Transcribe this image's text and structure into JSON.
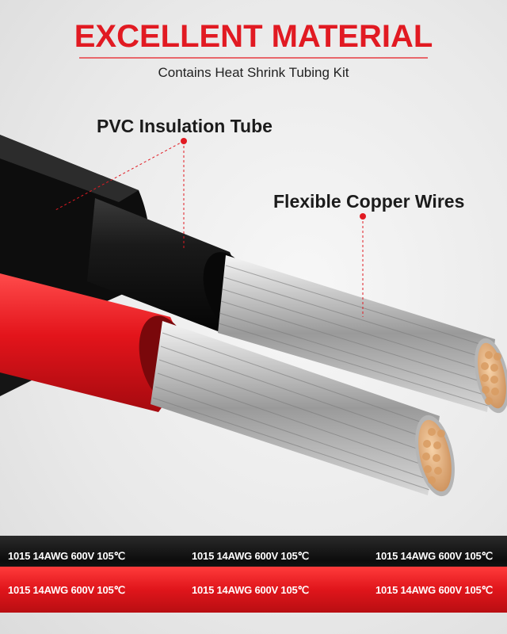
{
  "header": {
    "headline": "EXCELLENT MATERIAL",
    "subtitle": "Contains Heat Shrink Tubing Kit"
  },
  "callouts": {
    "insulation": "PVC Insulation Tube",
    "copper": "Flexible Copper Wires"
  },
  "cable_print": {
    "black_strip": [
      "1015 14AWG 600V 105℃",
      "1015 14AWG 600V 105℃",
      "1015 14AWG 600V 105℃"
    ],
    "red_strip": [
      "1015 14AWG 600V 105℃",
      "1015 14AWG 600V 105℃",
      "1015 14AWG 600V 105℃"
    ]
  },
  "colors": {
    "accent_red": "#e11a22",
    "cable_black": "#111111",
    "cable_red": "#e0151b",
    "copper": "#e7b98a"
  }
}
